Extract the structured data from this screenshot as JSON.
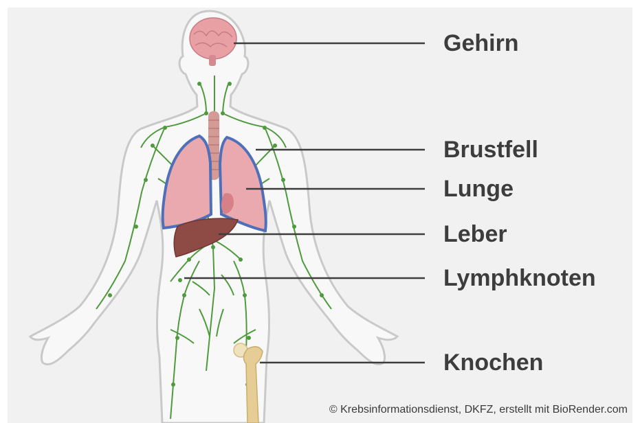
{
  "labels": {
    "brain": "Gehirn",
    "pleura": "Brustfell",
    "lung": "Lunge",
    "liver": "Leber",
    "lymph_nodes": "Lymphknoten",
    "bone": "Knochen"
  },
  "credit": "© Krebsinformationsdienst, DKFZ, erstellt mit BioRender.com",
  "colors": {
    "background_panel": "#f1f1f1",
    "body_outline": "#c9c9c9",
    "brain": "#e8a0a5",
    "lung": "#e9a9ae",
    "pleura": "#4f6fb8",
    "trachea": "#d49a96",
    "liver": "#8e4a45",
    "lymph": "#4e9a3c",
    "bone": "#e6cd95",
    "leader_line": "#3d3d3d",
    "label_text": "#3d3d3d"
  },
  "icons": [
    "human-body-outline",
    "brain-icon",
    "lungs-icon",
    "trachea-icon",
    "liver-icon",
    "lymphatic-network",
    "femur-icon"
  ]
}
